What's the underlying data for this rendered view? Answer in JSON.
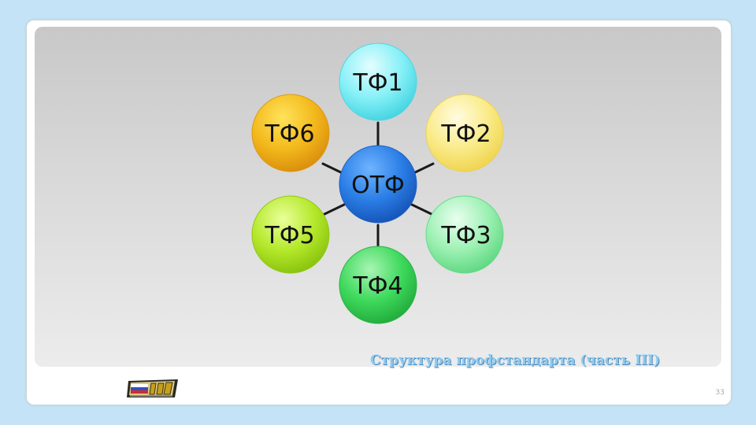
{
  "diagram": {
    "center": {
      "label": "ОТФ"
    },
    "satellites": [
      {
        "label": "ТФ1"
      },
      {
        "label": "ТФ2"
      },
      {
        "label": "ТФ3"
      },
      {
        "label": "ТФ4"
      },
      {
        "label": "ТФ5"
      },
      {
        "label": "ТФ6"
      }
    ]
  },
  "caption": "Структура профстандарта (часть III)",
  "page_number": "33",
  "colors": {
    "background": "#c5e3f6",
    "center": "#1f6fd6",
    "tf1": "#6fe8f0",
    "tf2": "#f8e56a",
    "tf3": "#7ee89a",
    "tf4": "#2fce4d",
    "tf5": "#a3e01c",
    "tf6": "#f0b31a",
    "caption": "#8fc9ee"
  }
}
